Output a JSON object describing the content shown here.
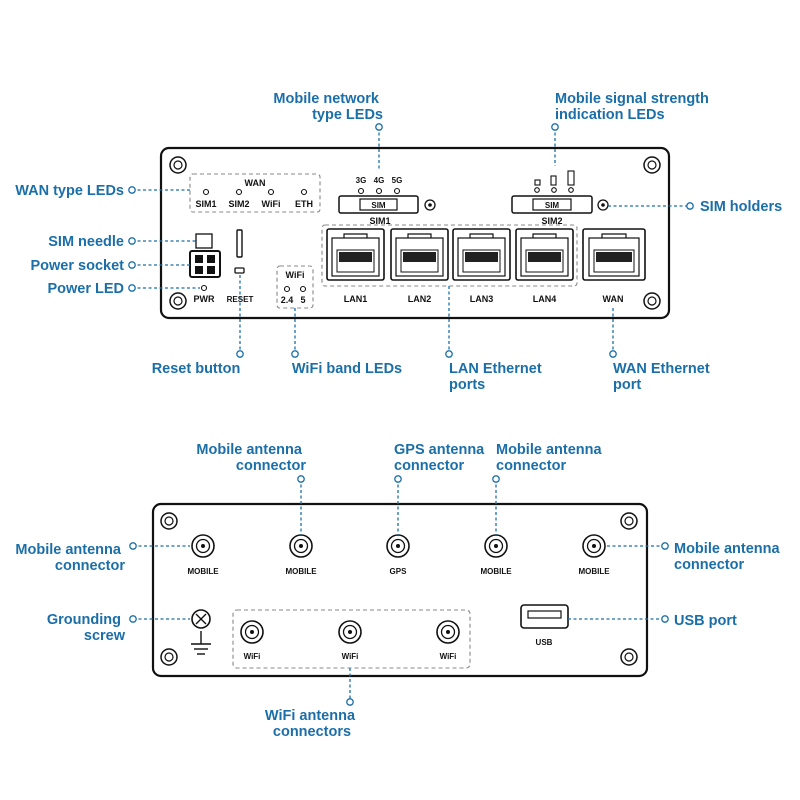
{
  "front_panel": {
    "led_groups": {
      "wan_title": "WAN",
      "wan_leds": [
        "SIM1",
        "SIM2",
        "WiFi",
        "ETH"
      ],
      "network_types": [
        "3G",
        "4G",
        "5G"
      ],
      "wifi_title": "WiFi",
      "wifi_bands": [
        "2.4",
        "5"
      ]
    },
    "sim_slots": {
      "slot_label": "SIM",
      "sim1_label": "SIM1",
      "sim2_label": "SIM2"
    },
    "lan_ports": [
      "LAN1",
      "LAN2",
      "LAN3",
      "LAN4"
    ],
    "wan_port": "WAN",
    "pwr_label": "PWR",
    "reset_label": "RESET"
  },
  "back_panel": {
    "top_connectors": [
      "MOBILE",
      "MOBILE",
      "GPS",
      "MOBILE",
      "MOBILE"
    ],
    "wifi_connectors": [
      "WiFi",
      "WiFi",
      "WiFi"
    ],
    "usb_label": "USB"
  },
  "callouts": {
    "mobile_network_type_leds": [
      "Mobile network",
      "type LEDs"
    ],
    "mobile_signal_strength_leds": [
      "Mobile signal strength",
      "indication LEDs"
    ],
    "wan_type_leds": "WAN type LEDs",
    "sim_holders": "SIM holders",
    "sim_needle": "SIM needle",
    "power_socket": "Power socket",
    "power_led": "Power LED",
    "reset_button": "Reset button",
    "wifi_band_leds": "WiFi band LEDs",
    "lan_ethernet_ports": [
      "LAN Ethernet",
      "ports"
    ],
    "wan_ethernet_port": [
      "WAN Ethernet",
      "port"
    ],
    "mobile_antenna_top_left": [
      "Mobile antenna",
      "connector"
    ],
    "gps_antenna": [
      "GPS antenna",
      "connector"
    ],
    "mobile_antenna_top_right": [
      "Mobile antenna",
      "connector"
    ],
    "mobile_antenna_left": [
      "Mobile antenna",
      "connector"
    ],
    "mobile_antenna_right": [
      "Mobile antenna",
      "connector"
    ],
    "grounding_screw": [
      "Grounding",
      "screw"
    ],
    "usb_port": "USB port",
    "wifi_antenna_connectors": [
      "WiFi antenna",
      "connectors"
    ]
  },
  "colors": {
    "callout": "#1b6fa8",
    "outline": "#111111",
    "background": "#ffffff"
  }
}
